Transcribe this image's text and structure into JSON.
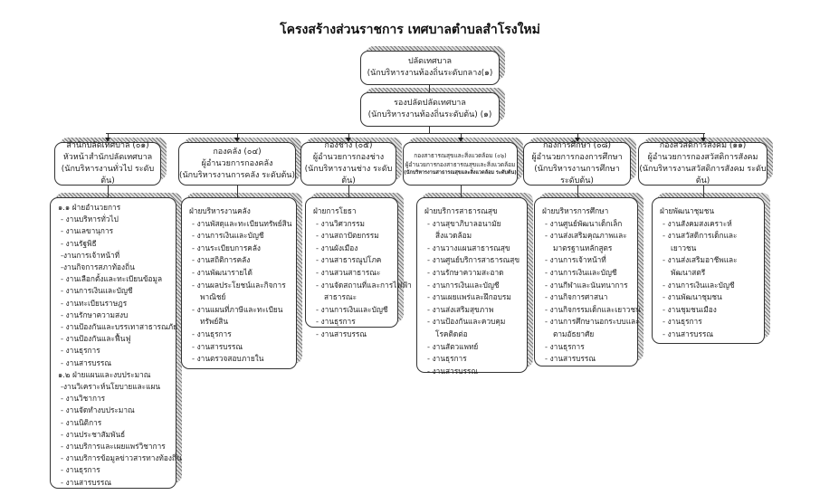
{
  "title": "โครงสร้างส่วนราชการ เทศบาลตำบลสำโรงใหม่",
  "top": {
    "clerk": {
      "line1": "ปลัดเทศบาล",
      "line2": "(นักบริหารงานท้องถิ่นระดับกลาง(๑)"
    },
    "deputy": {
      "line1": "รองปลัดปลัดเทศบาล",
      "line2": "(นักบริหารงานท้องถิ่นระดับต้น) (๑)"
    }
  },
  "divisions": [
    {
      "line1": "สำนักปลัดเทศบาล (๐๑)",
      "line2": "หัวหน้าสำนักปลัดเทศบาล",
      "line3": "(นักบริหารงานทั่วไป ระดับต้น)",
      "items": [
        {
          "t": "๑.๑ ฝ่ายอำนวยการ",
          "k": "sec"
        },
        {
          "t": "- งานบริหารทั่วไป"
        },
        {
          "t": "- งานเลขานุการ"
        },
        {
          "t": "- งานรัฐพิธี"
        },
        {
          "t": "-งานการเจ้าหน้าที่"
        },
        {
          "t": "-งานกิจการสภาท้องถิ่น"
        },
        {
          "t": "- งานเลือกตั้งและทะเบียนข้อมูล"
        },
        {
          "t": "- งานการเงินและบัญชี"
        },
        {
          "t": "- งานทะเบียนราษฎร"
        },
        {
          "t": "- งานรักษาความสงบ"
        },
        {
          "t": "- งานป้องกันและบรรเทาสาธารณภัย"
        },
        {
          "t": "- งานป้องกันและฟื้นฟู"
        },
        {
          "t": "- งานธุรการ"
        },
        {
          "t": "- งานสารบรรณ"
        },
        {
          "t": "๑.๒ ฝ่ายแผนและงบประมาณ",
          "k": "sec"
        },
        {
          "t": "-งานวิเคราะห์นโยบายและแผน"
        },
        {
          "t": "- งานวิชาการ"
        },
        {
          "t": "- งานจัดทำงบประมาณ"
        },
        {
          "t": "- งานนิติการ"
        },
        {
          "t": "- งานประชาสัมพันธ์"
        },
        {
          "t": "- งานบริการและเผยแพร่วิชาการ"
        },
        {
          "t": "- งานบริการข้อมูลข่าวสารทางท้องถิ่น"
        },
        {
          "t": "- งานธุรการ"
        },
        {
          "t": "- งานสารบรรณ"
        }
      ]
    },
    {
      "line1": "กองคลัง (๐๔)",
      "line2": "ผู้อำนวยการกองคลัง",
      "line3": "(นักบริหารงานการคลัง ระดับต้น)",
      "items": [
        {
          "t": "ฝ่ายบริหารงานคลัง",
          "k": "sec"
        },
        {
          "t": "- งานพัสดุและทะเบียนทรัพย์สิน"
        },
        {
          "t": "- งานการเงินและบัญชี"
        },
        {
          "t": "- งานระเบียบการคลัง"
        },
        {
          "t": "- งานสถิติการคลัง"
        },
        {
          "t": "- งานพัฒนารายได้"
        },
        {
          "t": "- งานผลประโยชน์และกิจการ"
        },
        {
          "t": "พาณิชย์",
          "k": "cont"
        },
        {
          "t": "- งานแผนที่ภาษีและทะเบียน"
        },
        {
          "t": "ทรัพย์สิน",
          "k": "cont"
        },
        {
          "t": "- งานธุรการ"
        },
        {
          "t": "- งานสารบรรณ"
        },
        {
          "t": "- งานตรวจสอบภายใน"
        }
      ]
    },
    {
      "line1": "กองช่าง (๐๕)",
      "line2": "ผู้อำนวยการกองช่าง",
      "line3": "(นักบริหารงานช่าง ระดับต้น)",
      "items": [
        {
          "t": "ฝ่ายการโยธา",
          "k": "sec"
        },
        {
          "t": "- งานวิศวกรรม"
        },
        {
          "t": "- งานสถาปัตยกรรม"
        },
        {
          "t": "- งานผังเมือง"
        },
        {
          "t": "- งานสาธารณูปโภค"
        },
        {
          "t": "- งานสวนสาธารณะ"
        },
        {
          "t": "- งานจัดสถานที่และการไฟฟ้า"
        },
        {
          "t": "สาธารณะ",
          "k": "cont"
        },
        {
          "t": "- งานการเงินและบัญชี"
        },
        {
          "t": "- งานธุรการ"
        },
        {
          "t": "- งานสารบรรณ"
        }
      ]
    },
    {
      "line1": "กองสาธารณสุขและสิ่งแวดล้อม (๐๖)",
      "line2": "ผู้อำนวยการกองสาธารณสุขและสิ่งแวดล้อม",
      "line3": "(นักบริหารงานสาธารณสุขและสิ่งแวดล้อม ระดับต้น)",
      "items": [
        {
          "t": "ฝ่ายบริการสาธารณสุข",
          "k": "sec"
        },
        {
          "t": "- งานสุขาภิบาลอนามัย"
        },
        {
          "t": "สิ่งแวดล้อม",
          "k": "cont"
        },
        {
          "t": "- งานวางแผนสาธารณสุข"
        },
        {
          "t": "- งานศูนย์บริการสาธารณสุข"
        },
        {
          "t": "- งานรักษาความสะอาด"
        },
        {
          "t": "- งานการเงินและบัญชี"
        },
        {
          "t": "- งานเผยแพร่และฝึกอบรม"
        },
        {
          "t": "- งานส่งเสริมสุขภาพ"
        },
        {
          "t": "- งานป้องกันและควบคุม"
        },
        {
          "t": "โรคติดต่อ",
          "k": "cont"
        },
        {
          "t": "- งานสัตวแพทย์"
        },
        {
          "t": "- งานธุรการ"
        },
        {
          "t": "- งานสารบรรณ"
        }
      ]
    },
    {
      "line1": "กองการศึกษา (๐๘)",
      "line2": "ผู้อำนวยการกองการศึกษา",
      "line3": "(นักบริหารงานการศึกษา ระดับต้น)",
      "items": [
        {
          "t": "ฝ่ายบริหารการศึกษา",
          "k": "sec"
        },
        {
          "t": "- งานศูนย์พัฒนาเด็กเล็ก"
        },
        {
          "t": "- งานส่งเสริมคุณภาพและ"
        },
        {
          "t": "มาตรฐานหลักสูตร",
          "k": "cont"
        },
        {
          "t": "- งานการเจ้าหน้าที่"
        },
        {
          "t": "- งานการเงินและบัญชี"
        },
        {
          "t": "- งานกีฬาและนันทนาการ"
        },
        {
          "t": "- งานกิจการศาสนา"
        },
        {
          "t": "- งานกิจกรรมเด็กและเยาวชน"
        },
        {
          "t": "- งานการศึกษานอกระบบและ"
        },
        {
          "t": "ตามอัธยาศัย",
          "k": "cont"
        },
        {
          "t": "- งานธุรการ"
        },
        {
          "t": "- งานสารบรรณ"
        }
      ]
    },
    {
      "line1": "กองสวัสดิการสังคม (๑๑)",
      "line2": "ผู้อำนวยการกองสวัสดิการสังคม",
      "line3": "(นักบริหารงานสวัสดิการสังคม ระดับต้น)",
      "items": [
        {
          "t": "ฝ่ายพัฒนาชุมชน",
          "k": "sec"
        },
        {
          "t": "- งานสังคมสงเคราะห์"
        },
        {
          "t": "- งานสวัสดิการเด็กและ"
        },
        {
          "t": "เยาวชน",
          "k": "cont"
        },
        {
          "t": "- งานส่งเสริมอาชีพและ"
        },
        {
          "t": "พัฒนาสตรี",
          "k": "cont"
        },
        {
          "t": "- งานการเงินและบัญชี"
        },
        {
          "t": "- งานพัฒนาชุมชน"
        },
        {
          "t": "- งานชุมชนเมือง"
        },
        {
          "t": "- งานธุรการ"
        },
        {
          "t": "- งานสารบรรณ"
        }
      ]
    }
  ]
}
